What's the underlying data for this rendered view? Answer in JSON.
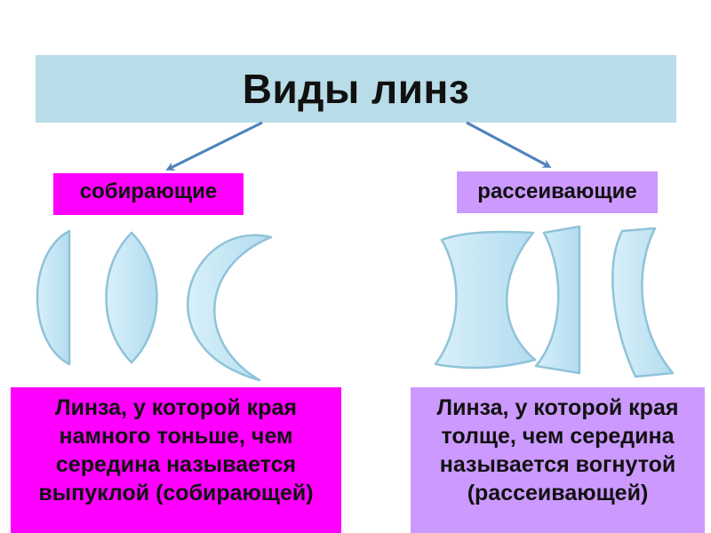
{
  "title": "Виды линз",
  "categories": {
    "converging": {
      "label": "собирающие",
      "description": "Линза, у которой края намного тоньше, чем середина называется выпуклой (собирающей)",
      "color": "#ff00ff"
    },
    "diverging": {
      "label": "рассеивающие",
      "description": "Линза, у которой края толще, чем середина называется вогнутой (рассеивающей)",
      "color": "#cc99ff"
    }
  },
  "colors": {
    "title_bg": "#b9dde8",
    "lens_fill": "#cfeaf5",
    "lens_stroke": "#8fc3da",
    "arrow": "#4f81bd"
  }
}
